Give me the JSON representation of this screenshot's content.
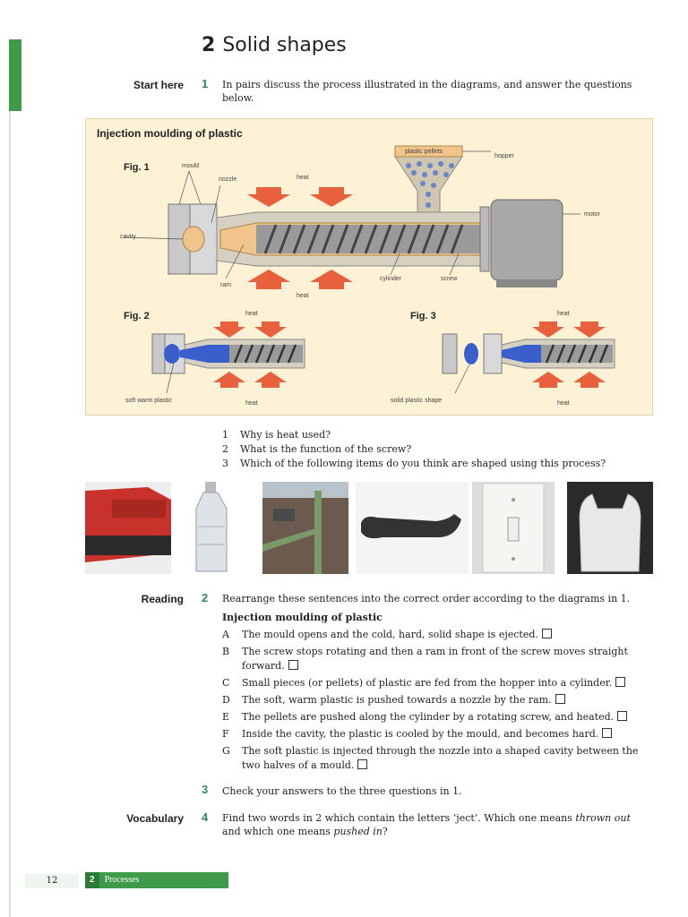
{
  "unit": {
    "number": "2",
    "title": "Solid shapes"
  },
  "start_here": {
    "label": "Start here",
    "num": "1",
    "text": "In pairs discuss the process illustrated in the diagrams, and answer the questions below."
  },
  "diagram": {
    "title": "Injection moulding of plastic",
    "fig1": "Fig. 1",
    "fig2": "Fig. 2",
    "fig3": "Fig. 3",
    "labels": {
      "mould": "mould",
      "nozzle": "nozzle",
      "heat": "heat",
      "plastic_pellets": "plastic pellets",
      "hopper": "hopper",
      "motor": "motor",
      "cavity": "cavity",
      "ram": "ram",
      "cylinder": "cylinder",
      "screw": "screw",
      "soft_warm_plastic": "soft warm plastic",
      "solid_plastic_shape": "solid plastic shape"
    },
    "colors": {
      "background": "#fdf2d6",
      "heat_arrow": "#e8603c",
      "screw": "#8a8a8a",
      "plastic": "#3a5fcd",
      "pellets": "#6a86c8",
      "soft_plastic": "#f0c48a"
    }
  },
  "questions": [
    {
      "n": "1",
      "text": "Why is heat used?"
    },
    {
      "n": "2",
      "text": "What is the function of the screw?"
    },
    {
      "n": "3",
      "text": "Which of the following items do you think are shaped using this process?"
    }
  ],
  "photos": [
    "car-bumper",
    "water-bottle",
    "drainpipe",
    "telephone-handset",
    "light-switch",
    "plastic-bag"
  ],
  "reading": {
    "label": "Reading",
    "num": "2",
    "text": "Rearrange these sentences into the correct order according to the diagrams in 1.",
    "heading": "Injection moulding of plastic",
    "sentences": [
      {
        "l": "A",
        "t": "The mould opens and the cold, hard, solid shape is ejected."
      },
      {
        "l": "B",
        "t": "The screw stops rotating and then a ram in front of the screw moves straight forward."
      },
      {
        "l": "C",
        "t": "Small pieces (or pellets) of plastic are fed from the hopper into a cylinder."
      },
      {
        "l": "D",
        "t": "The soft, warm plastic is pushed towards a nozzle by the ram."
      },
      {
        "l": "E",
        "t": "The pellets are pushed along the cylinder by a rotating screw, and heated."
      },
      {
        "l": "F",
        "t": "Inside the cavity, the plastic is cooled by the mould, and becomes hard."
      },
      {
        "l": "G",
        "t": "The soft plastic is injected through the nozzle into a shaped cavity between the two halves of a mould."
      }
    ]
  },
  "check": {
    "num": "3",
    "text": "Check your answers to the three questions in 1."
  },
  "vocab": {
    "label": "Vocabulary",
    "num": "4",
    "text_a": "Find two words in 2 which contain the letters ‘ject’. Which one means ",
    "em1": "thrown out",
    "text_b": " and which one means ",
    "em2": "pushed in",
    "text_c": "?"
  },
  "footer": {
    "page": "12",
    "chapter": "2",
    "section": "Processes"
  }
}
